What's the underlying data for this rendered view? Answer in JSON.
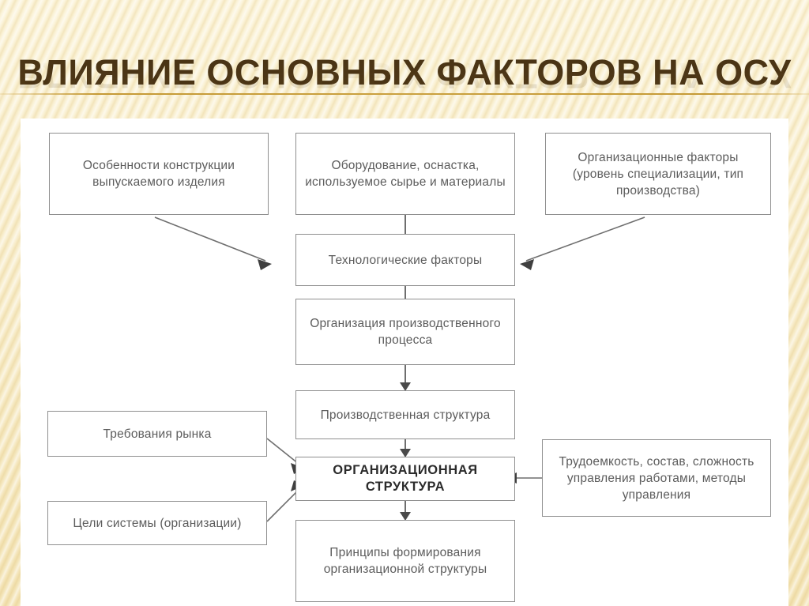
{
  "slide": {
    "title": "ВЛИЯНИЕ ОСНОВНЫХ ФАКТОРОВ НА ОСУ",
    "title_color": "#4a3415",
    "rule_color": "#c59a36",
    "background_color": "#f8edcb",
    "canvas_color": "#ffffff"
  },
  "diagram": {
    "box_border_color": "#8f8f8f",
    "box_text_color": "#5c5c5c",
    "arrow_color": "#4a4a4a",
    "nodes": {
      "product_design": "Особенности конструкции выпускаемого изделия",
      "equipment": "Оборудование, оснастка, используемое сырье и материалы",
      "organizational_factors": "Организационные факторы (уровень специализации, тип производства)",
      "technological_factors": "Технологические факторы",
      "production_process": "Организация производственного процесса",
      "production_structure": "Производственная структура",
      "organizational_structure": "ОРГАНИЗАЦИОННАЯ СТРУКТУРА",
      "market_requirements": "Требования рынка",
      "system_goals": "Цели системы (организации)",
      "labor_intensity": "Трудоемкость, состав, сложность управления работами, методы управления",
      "formation_principles": "Принципы формирования организационной структуры"
    }
  }
}
